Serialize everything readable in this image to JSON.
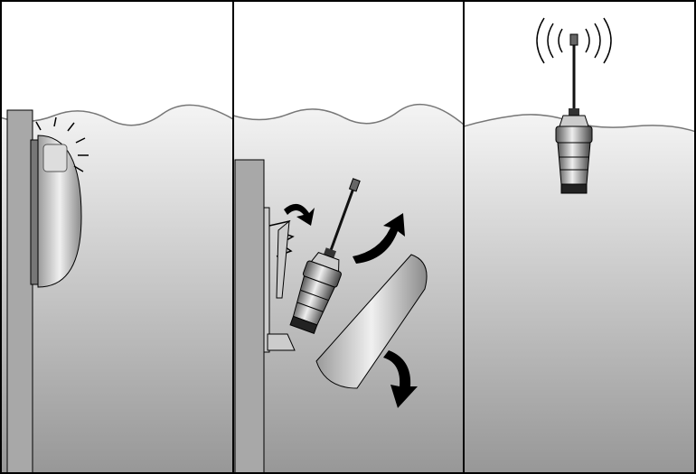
{
  "diagram": {
    "panels": [
      {
        "id": "mounted",
        "icons": [
          "wall",
          "beacon-housing-mounted",
          "flash-rays"
        ]
      },
      {
        "id": "release",
        "icons": [
          "wall",
          "release-bracket",
          "beacon-floating-free",
          "housing-falling",
          "rotate-arrow",
          "rise-arrow",
          "sink-arrow"
        ]
      },
      {
        "id": "transmitting",
        "icons": [
          "beacon-floating",
          "antenna",
          "radio-waves"
        ]
      }
    ],
    "colors": {
      "outline": "#000000",
      "water_top": "#f2f2f2",
      "water_bottom": "#9a9a9a",
      "wall": "#a8a8a8",
      "wave_line": "#7a7a7a"
    }
  }
}
